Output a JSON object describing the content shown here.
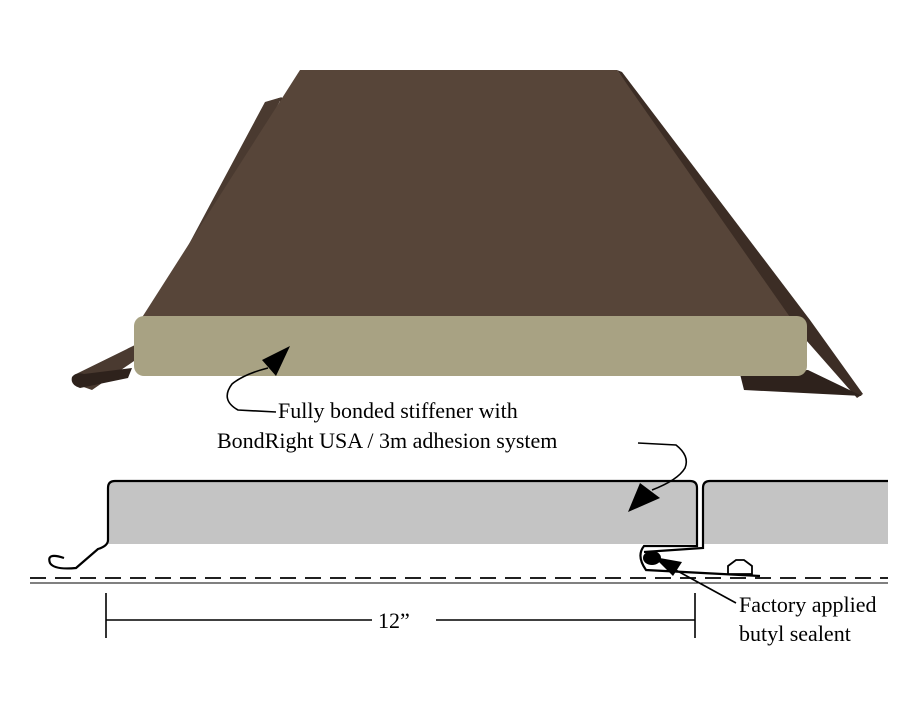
{
  "colors": {
    "panel_face": "#574539",
    "panel_dark": "#3a2a22",
    "stiffener_face": "#a8a283",
    "stiffener_section": "#c4c4c4",
    "line": "#000000"
  },
  "callouts": {
    "stiffener_line1": "Fully bonded stiffener with",
    "stiffener_line2": "BondRight USA / 3m adhesion system",
    "sealant_line1": "Factory applied",
    "sealant_line2": "butyl sealent"
  },
  "dimension": {
    "label": "12”"
  }
}
